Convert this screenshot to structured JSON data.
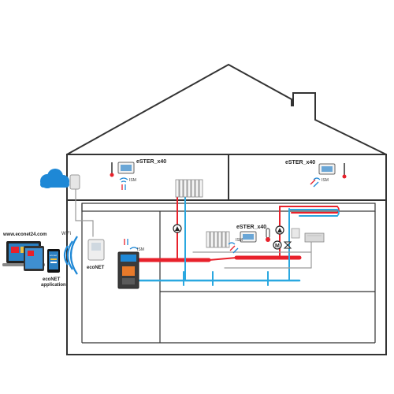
{
  "labels": {
    "ester_attic_left": "eSTER_x40",
    "ester_attic_right": "eSTER_x40",
    "ester_ground": "eSTER_x40",
    "ism_attic": "ISM",
    "ism_attic_right": "ISM",
    "ism_ground": "ISM",
    "ism_boiler": "ISM",
    "website": "www.econet24.com",
    "wifi": "WiFi",
    "econet_device": "ecoNET",
    "app_line1": "ecoNET",
    "app_line2": "application",
    "mixer_letter": "M",
    "phone_brand": "econet"
  },
  "colors": {
    "house_outline": "#333333",
    "hot_pipe": "#e8212b",
    "cold_pipe": "#2aa8e0",
    "grey_pipe": "#9a9a9a",
    "cloud": "#1e88d6",
    "screen": "#2a7fc1"
  },
  "icons": {
    "cloud": "cloud-icon",
    "wifi": "wifi-signal-icon",
    "pump": "pump-icon",
    "thermometer": "thermometer-icon",
    "radiator": "radiator-icon",
    "boiler": "boiler-icon",
    "valve": "mixing-valve-icon"
  }
}
